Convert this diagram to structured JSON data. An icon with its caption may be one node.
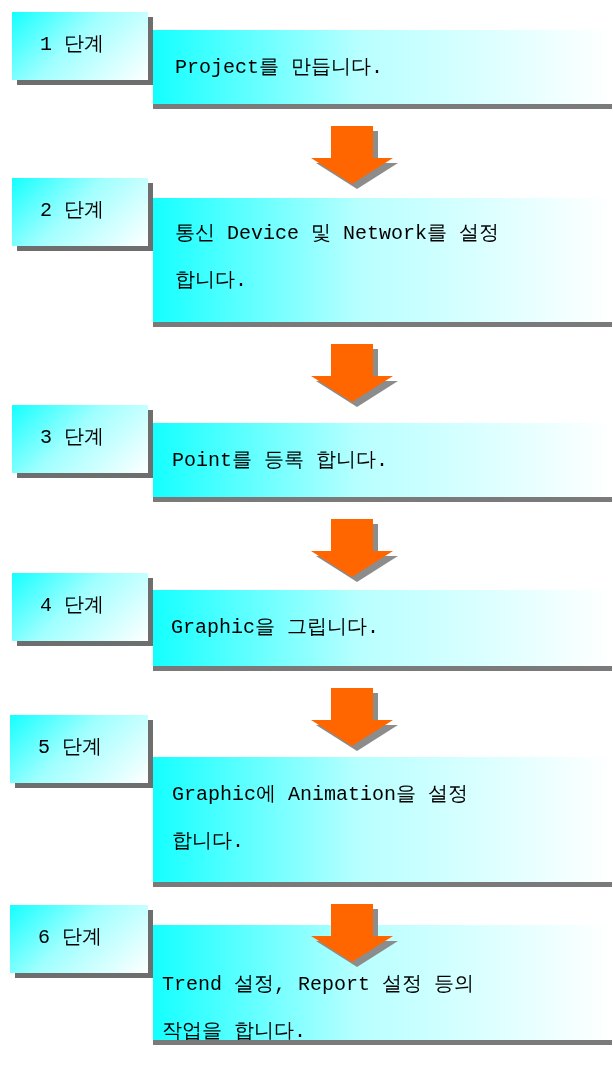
{
  "diagram": {
    "nodes": [
      {
        "text": [
          "1 단계"
        ]
      },
      {
        "text": [
          "Project를 만듭니다."
        ]
      },
      {
        "text": [
          "2 단계"
        ]
      },
      {
        "text": [
          "통신 Device 및 Network를 설정 합니다."
        ]
      },
      {
        "text": [
          "3 단계"
        ]
      },
      {
        "text": [
          "Point를 등록 합니다."
        ]
      },
      {
        "text": [
          "4 단계"
        ]
      },
      {
        "text": [
          "Graphic을 그립니다."
        ]
      },
      {
        "text": [
          "5 단계"
        ]
      },
      {
        "text": [
          "Graphic에 Animation을 설정 합니다."
        ]
      },
      {
        "text": [
          "6 단계"
        ]
      },
      {
        "text": [
          "Trend 설정, Report 설정 등의 작업을 합니다."
        ]
      }
    ],
    "edges": [
      {
        "from": 1,
        "to": 3,
        "arrow": "to"
      },
      {
        "from": 3,
        "to": 5,
        "arrow": "to"
      },
      {
        "from": 5,
        "to": 7,
        "arrow": "to"
      },
      {
        "from": 7,
        "to": 9,
        "arrow": "to"
      },
      {
        "from": 9,
        "to": 11,
        "arrow": "to"
      }
    ]
  }
}
